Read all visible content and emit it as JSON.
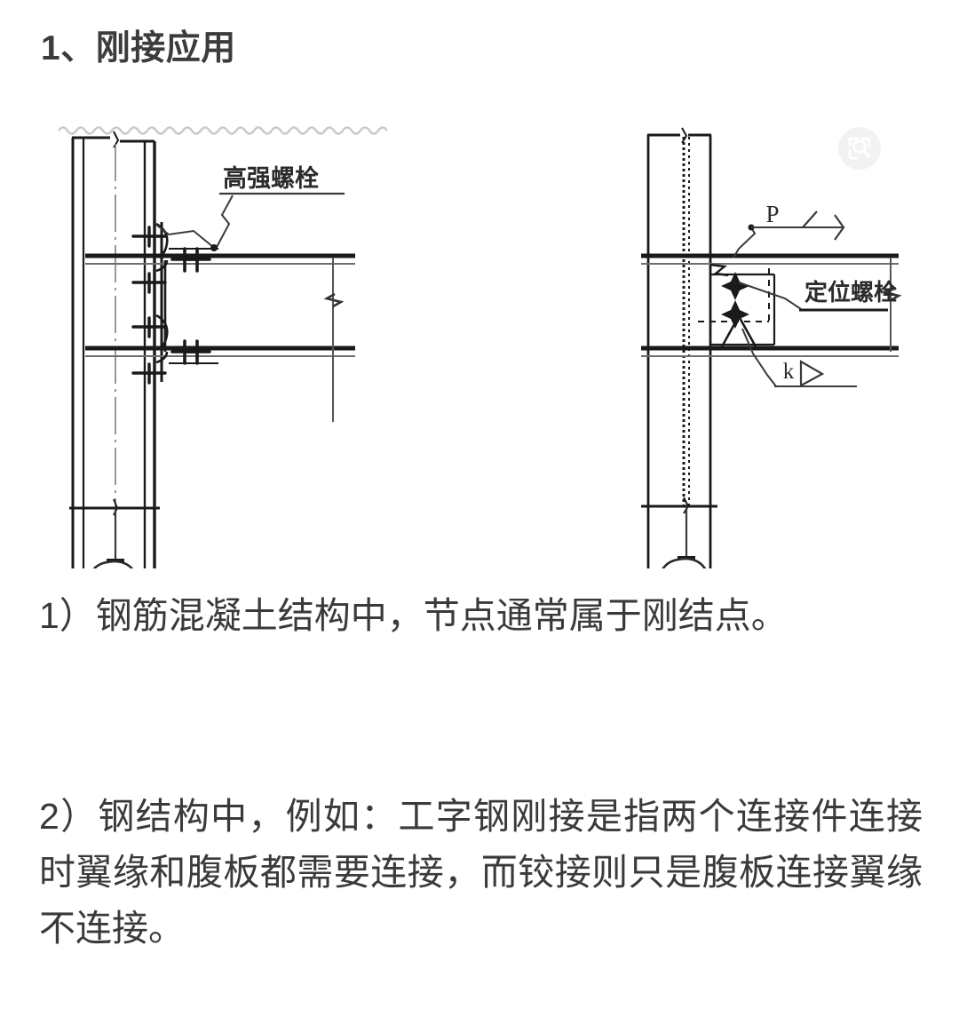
{
  "page": {
    "background_color": "#ffffff",
    "text_color": "#3a3a3a",
    "heading_color": "#3c3c3c",
    "line_color": "#1a1a1a"
  },
  "heading": {
    "text": "1、刚接应用"
  },
  "figures": {
    "left": {
      "name": "bolted-rigid-connection-detail",
      "label": "高强螺栓",
      "bubble_label": ""
    },
    "right": {
      "name": "welded-rigid-connection-detail",
      "label": "定位螺栓",
      "weld_symbol_top": "P",
      "weld_symbol_bottom": "k",
      "bubble_label": ""
    }
  },
  "watermark": {
    "icon": "image-search-icon",
    "color": "#e3e3e3"
  },
  "body": {
    "paragraphs": [
      "1）钢筋混凝土结构中，节点通常属于刚结点。",
      "2）钢结构中，例如：工字钢刚接是指两个连接件连接时翼缘和腹板都需要连接，而铰接则只是腹板连接翼缘不连接。"
    ]
  }
}
